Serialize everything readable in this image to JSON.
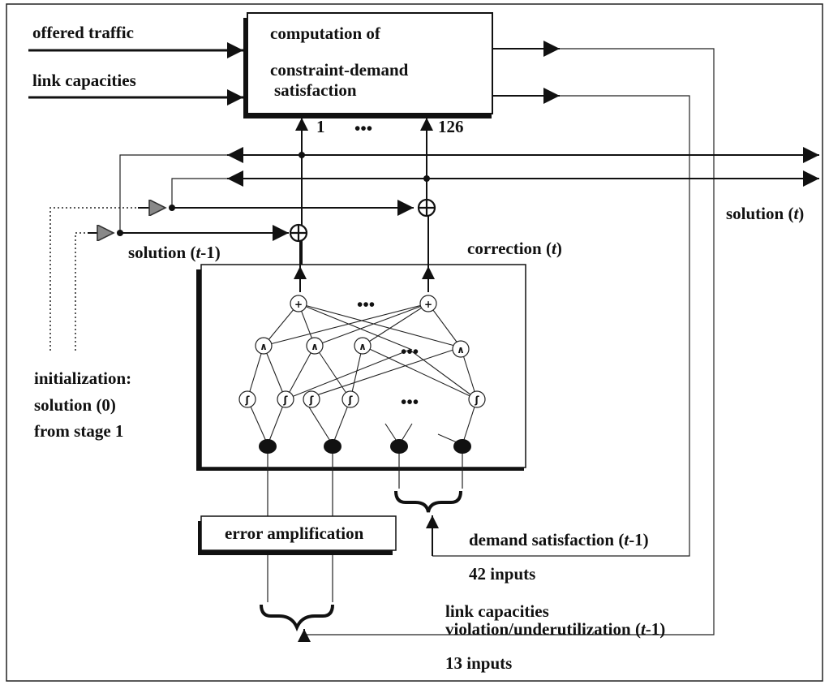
{
  "labels": {
    "offered_traffic": "offered traffic",
    "link_capacities_in": "link capacities",
    "computation_line1": "computation of",
    "computation_line2": "constraint-demand",
    "computation_line3": "satisfaction",
    "index_first": "1",
    "index_last": "126",
    "ellipsis": "•••",
    "solution_t_prefix": "solution (",
    "solution_t_var": "t",
    "solution_t_suffix": ")",
    "solution_tm1_prefix": "solution (",
    "solution_tm1_var": "t",
    "solution_tm1_suffix": "-1)",
    "correction_prefix": "correction (",
    "correction_var": "t",
    "correction_suffix": ")",
    "init_line1": "initialization:",
    "init_line2": "solution (0)",
    "init_line3": "from stage 1",
    "error_amplification": "error amplification",
    "demand_sat_prefix": "demand satisfaction (",
    "demand_sat_var": "t",
    "demand_sat_suffix": "-1)",
    "inputs_42": "42 inputs",
    "link_cap_line1": "link capacities",
    "link_cap_line2_prefix": "violation/underutilization (",
    "link_cap_line2_var": "t",
    "link_cap_line2_suffix": "-1)",
    "inputs_13": "13 inputs"
  },
  "node_symbols": {
    "sum": "+",
    "min": "∧",
    "sigmoid": "ʃ"
  }
}
